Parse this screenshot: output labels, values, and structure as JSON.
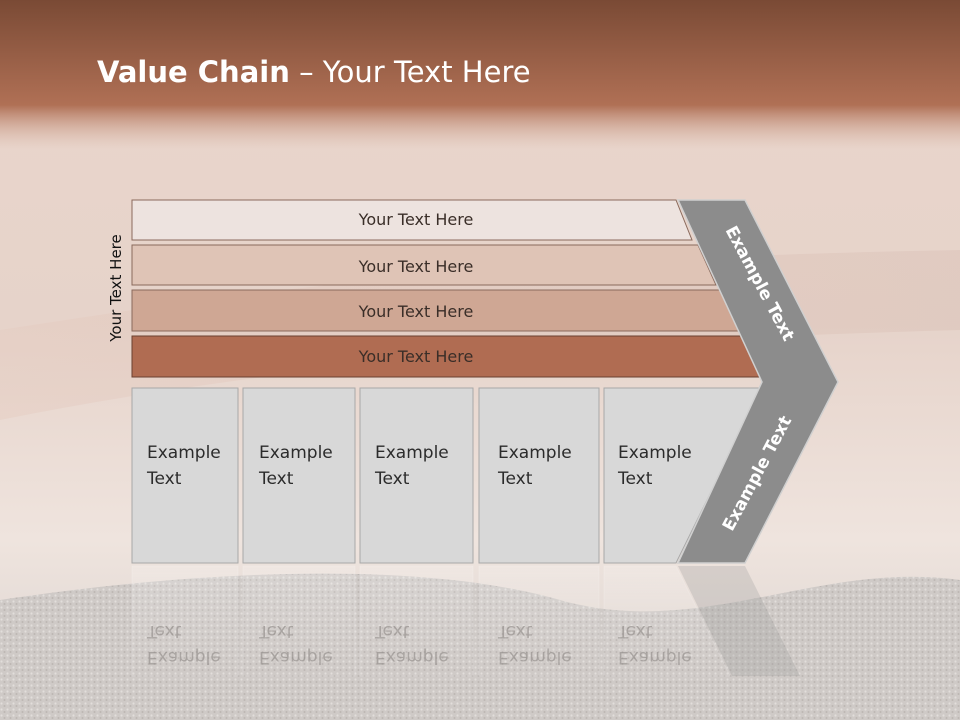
{
  "slide": {
    "title_bold": "Value Chain",
    "title_rest": " – Your Text Here",
    "vertical_label": "Your Text Here"
  },
  "rows": [
    {
      "label": "Your Text Here",
      "color": "#ede3df"
    },
    {
      "label": "Your Text Here",
      "color": "#dfc4b6"
    },
    {
      "label": "Your Text Here",
      "color": "#cfa794"
    },
    {
      "label": "Your Text Here",
      "color": "#b06c52"
    }
  ],
  "columns": [
    {
      "line1": "Example",
      "line2": "Text"
    },
    {
      "line1": "Example",
      "line2": "Text"
    },
    {
      "line1": "Example",
      "line2": "Text"
    },
    {
      "line1": "Example",
      "line2": "Text"
    },
    {
      "line1": "Example",
      "line2": "Text"
    }
  ],
  "chevron": {
    "upper_label": "Example Text",
    "lower_label": "Example Text",
    "color": "#8c8c8c"
  },
  "colors": {
    "header_top": "#7a4a35",
    "header_bottom": "#b07055",
    "column_fill": "#d8d8d8"
  }
}
